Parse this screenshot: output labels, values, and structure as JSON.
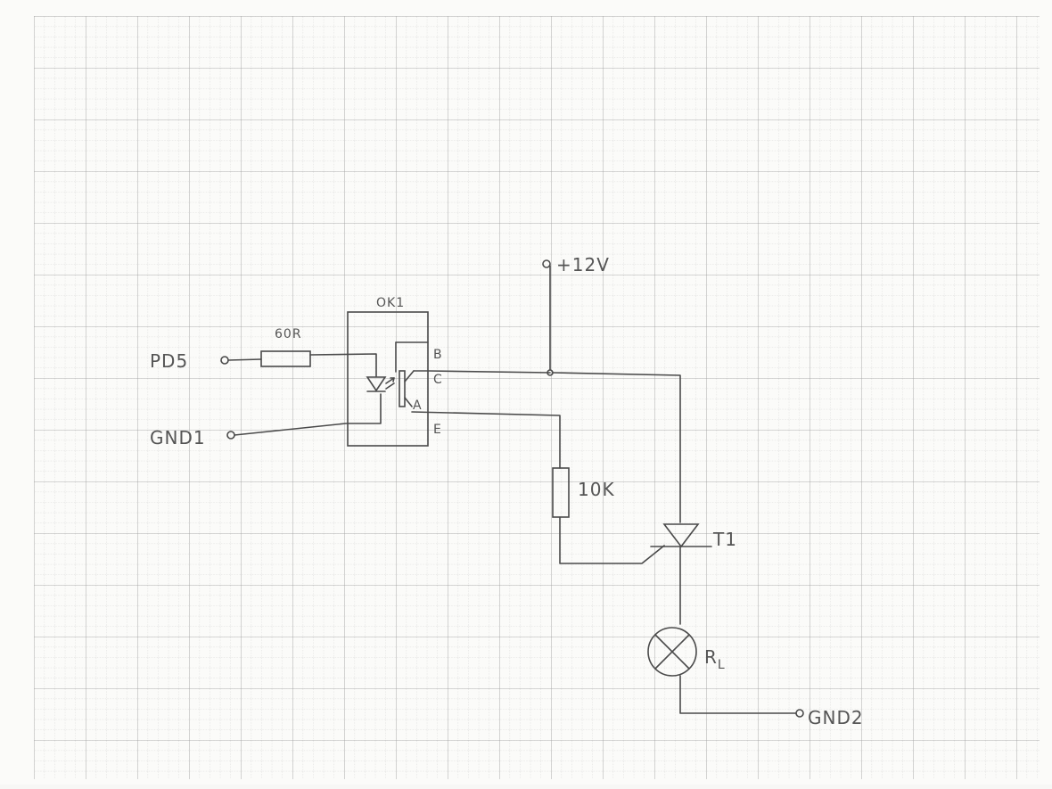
{
  "diagram": {
    "optocoupler": {
      "name": "OK1",
      "pins": [
        "B",
        "C",
        "A",
        "E"
      ]
    },
    "resistor_input": "60R",
    "resistor_gate": "10K",
    "thyristor": "T1",
    "load": {
      "name": "R",
      "subscript": "L"
    },
    "nodes": {
      "input": "PD5",
      "input_ground": "GND1",
      "supply": "+12V",
      "output_ground": "GND2"
    }
  }
}
